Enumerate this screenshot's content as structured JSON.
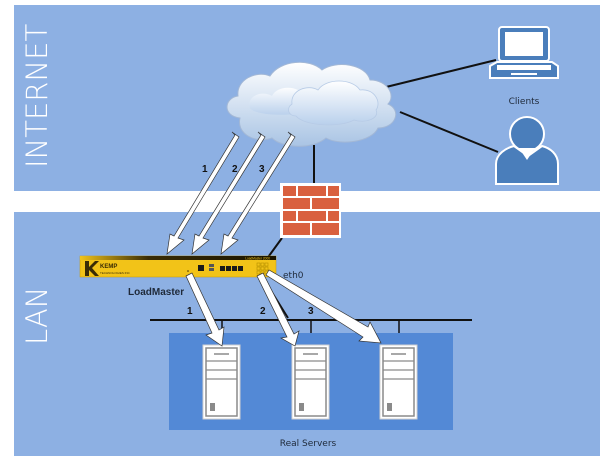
{
  "zones": {
    "internet": {
      "label": "INTERNET",
      "color": "#8db0e3"
    },
    "lan": {
      "label": "LAN",
      "color": "#8db0e3"
    }
  },
  "nodes": {
    "clients_label": "Clients",
    "loadmaster_label": "LoadMaster",
    "loadmaster_brand": "KEMP",
    "loadmaster_brand_sub": "TECHNOLOGIES INC",
    "loadmaster_model": "LoadMaster 2000",
    "interface_label": "eth0",
    "servers_label": "Real Servers"
  },
  "flows": {
    "inbound": [
      "1",
      "2",
      "3"
    ],
    "outbound": [
      "1",
      "2",
      "3"
    ]
  },
  "colors": {
    "firewall": "#d9603f",
    "device_yellow": "#f2c318",
    "server_group": "#5389d6",
    "icon_blue": "#4a7ebb"
  }
}
